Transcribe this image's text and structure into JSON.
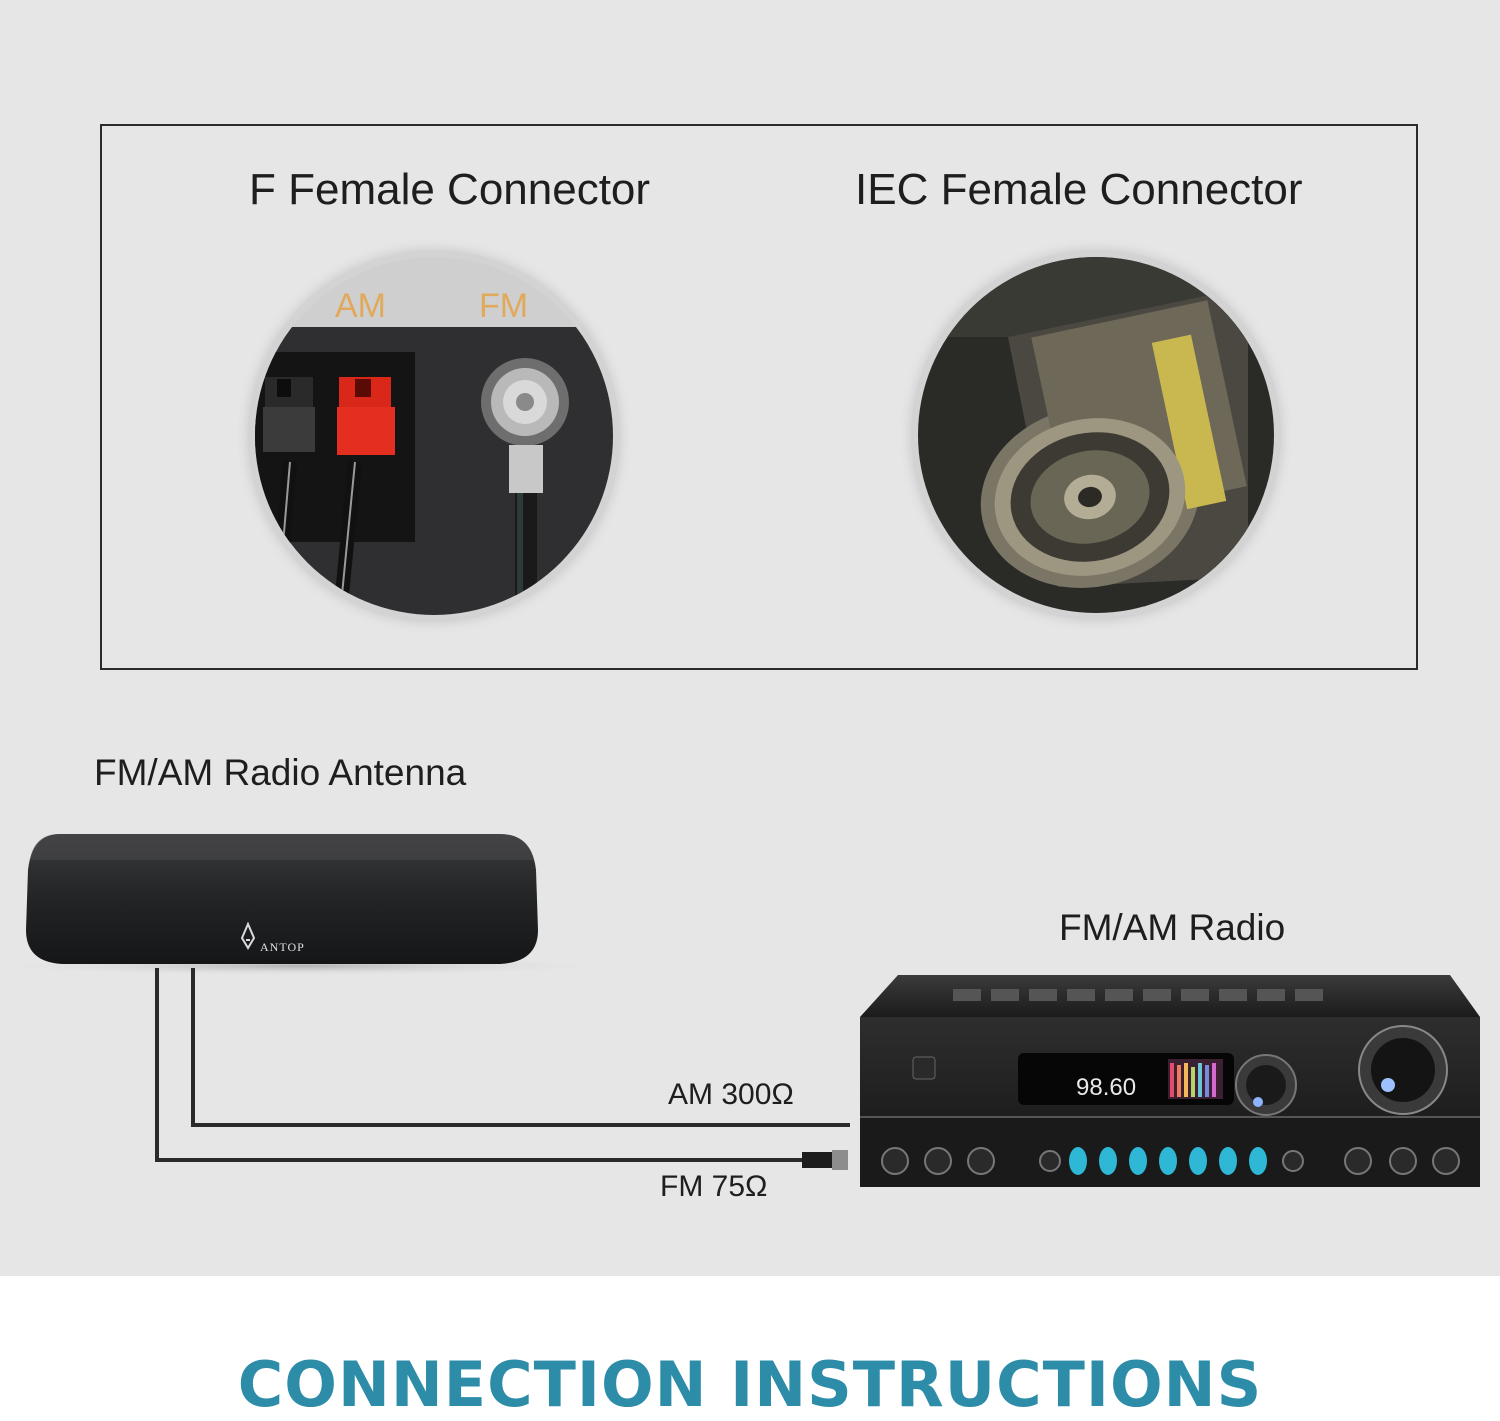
{
  "connectors": {
    "f_female": {
      "title": "F Female Connector",
      "am_label": "AM",
      "fm_label": "FM"
    },
    "iec_female": {
      "title": "IEC Female Connector"
    }
  },
  "antenna": {
    "title": "FM/AM Radio Antenna",
    "brand": "ANTOP"
  },
  "radio": {
    "title": "FM/AM Radio",
    "display": "98.60"
  },
  "cables": {
    "am": "AM 300Ω",
    "fm": "FM 75Ω"
  },
  "footer": {
    "title": "CONNECTION INSTRUCTIONS"
  },
  "colors": {
    "background": "#e6e6e6",
    "footer_title": "#2d8ca7",
    "frame": "#2b2b2b"
  }
}
